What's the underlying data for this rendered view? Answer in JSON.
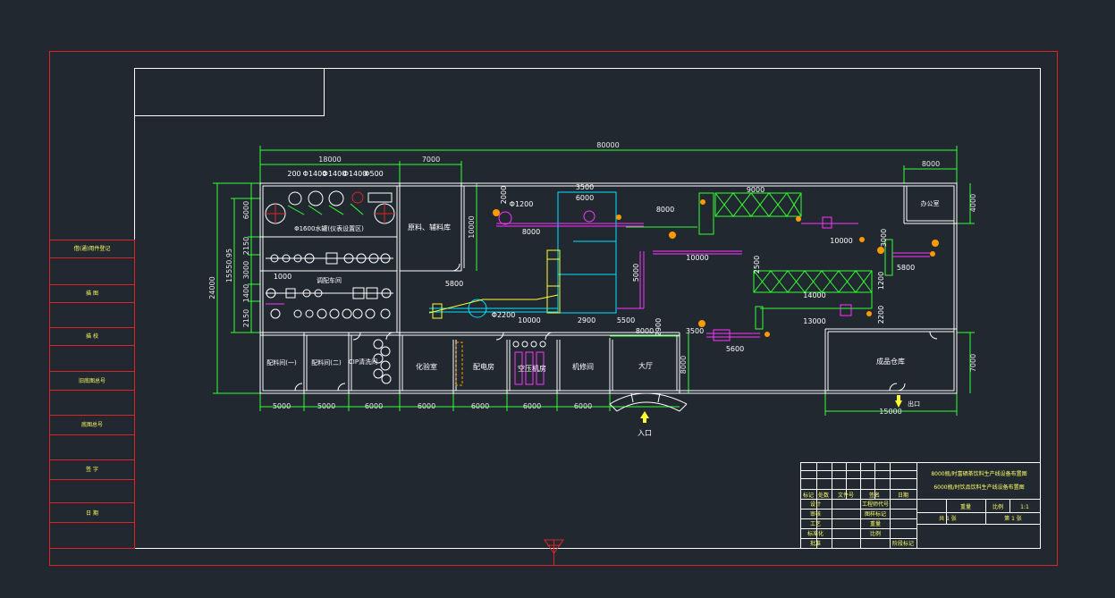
{
  "colors": {
    "background": "#212830",
    "frame": "#e02424",
    "wall": "#ffffff",
    "dimension": "#33ff33",
    "magenta": "#ff33ff",
    "cyan": "#00e5ff",
    "yellow": "#ffff33",
    "orange": "#ff9900",
    "title_text": "#ffff66"
  },
  "dims": {
    "overall": "80000",
    "top_left": "18000",
    "top_mid": "7000",
    "top_right": "8000",
    "left_overall": "24000",
    "left_inner": "15550.95",
    "left_6000": "6000",
    "left_2150a": "2150",
    "left_3000": "3000",
    "left_1400": "1400",
    "left_2150b": "2150",
    "pipe_1000": "1000",
    "room_10000": "10000",
    "right_4000": "4000",
    "right_7000": "7000",
    "room_8000_side": "8000",
    "bottom_15000": "15000",
    "bottom": [
      "5000",
      "5000",
      "6000",
      "6000",
      "6000",
      "6000",
      "6000"
    ],
    "tank_top": [
      "Φ1400",
      "Φ1400",
      "Φ1400",
      "Φ500",
      "200"
    ],
    "proc_2000": "2000",
    "proc_phi1200": "Φ1200",
    "proc_8000a": "8000",
    "proc_3500a": "3500",
    "proc_6000a": "6000",
    "proc_8000b": "8000",
    "proc_9000": "9000",
    "proc_10000a": "10000",
    "proc_5800a": "5800",
    "proc_3000": "3000",
    "proc_1200": "1200",
    "proc_10000b": "10000",
    "proc_5000": "5000",
    "proc_2500": "2500",
    "proc_14000": "14000",
    "proc_13000": "13000",
    "proc_2200": "2200",
    "proc_5800b": "5800",
    "proc_2200b": "Φ2200",
    "proc_10000c": "10000",
    "proc_2900": "2900",
    "proc_5500": "5500",
    "proc_8000c": "8000",
    "proc_3500b": "3500",
    "proc_5600": "5600",
    "proc_2900b": "2900"
  },
  "rooms": {
    "storage_left": "原料、辅料库",
    "tank_row": "Φ1600水罐(仪表设置区)",
    "workshop": "调配车间",
    "room_1": "配料间(一)",
    "room_2": "配料间(二)",
    "cip": "CIP清洗间",
    "lab": "化验室",
    "power": "配电房",
    "pump": "空压机房",
    "repair": "机修间",
    "hall": "大厅",
    "finished": "成品仓库",
    "right_small": "办公室",
    "entrance": "入口",
    "exit": "出口"
  },
  "sidebar": {
    "rows": [
      "借(通)用件登记",
      "描 图",
      "描 校",
      "旧底图总号",
      "底图总号",
      "签 字",
      "日 期"
    ]
  },
  "titleblock": {
    "title_line1": "8000瓶/时富硒茶饮料生产线设备布置图",
    "title_line2": "6000瓶/时饮品饮料生产线设备布置图",
    "header_cells": [
      "标记",
      "处数",
      "文件号",
      "签名",
      "日期"
    ],
    "rows": [
      "设计",
      "审核",
      "工艺",
      "标准化",
      "批准"
    ],
    "mid_cells": [
      "工程师代号",
      "图样标记",
      "重量",
      "比例"
    ],
    "scale": "1:1",
    "sheet_total": "共 1 张",
    "sheet_no": "第 1 张",
    "stage_label": "阶段标记",
    "weight_label": "重量",
    "scale_label": "比例"
  }
}
